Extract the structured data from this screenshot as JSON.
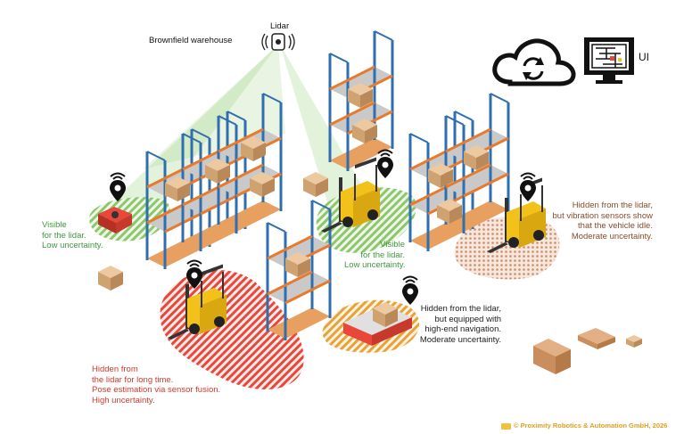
{
  "diagram": {
    "title": "Brownfield warehouse",
    "lidar_label": "Lidar",
    "ui_label": "UI",
    "copyright": "© Proximity Robotics & Automation GmbH, 2026"
  },
  "annotations": {
    "robot_visible": "Visible\nfor the lidar.\nLow uncertainty.",
    "forklift_visible": "Visible\nfor the lidar.\nLow uncertainty.",
    "forklift_hidden_long": "Hidden from\nthe lidar for long time.\nPose estimation via sensor fusion.\nHigh uncertainty.",
    "agv_hidden_nav": "Hidden from the lidar,\nbut equipped with\nhigh-end navigation.\nModerate uncertainty.",
    "forklift_hidden_vibration": "Hidden from the lidar,\nbut vibration sensors show\nthat the vehicle idle.\nModerate uncertainty."
  },
  "colors": {
    "green_zone": "#9ccf7f",
    "red_zone": "#e8473a",
    "orange_zone": "#e8a23a",
    "brown_zone": "#c98e6b",
    "rack_blue": "#2f6fb0",
    "rack_orange": "#e87a2e",
    "box": "#d9b48a",
    "forklift": "#f2c21b"
  },
  "icons": [
    "lidar-sensor-icon",
    "cloud-sync-icon",
    "monitor-map-icon",
    "location-pin-icon"
  ]
}
